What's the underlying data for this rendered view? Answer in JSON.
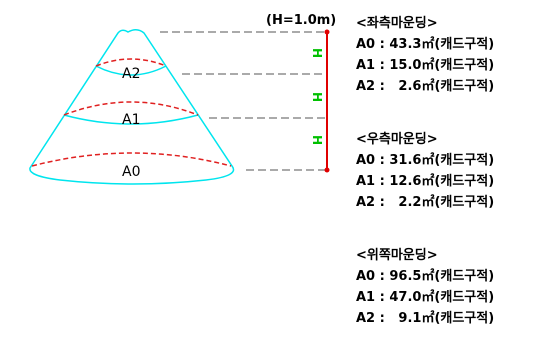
{
  "height_note": "(H=1.0m)",
  "h_marks": [
    "H",
    "H",
    "H"
  ],
  "zones": {
    "a0": "A0",
    "a1": "A1",
    "a2": "A2"
  },
  "colors": {
    "cone": "#00e5ee",
    "cut": "#e02020",
    "guide": "#555555",
    "scale": "#e00000",
    "hmark": "#00c000"
  },
  "groups": [
    {
      "title": "<좌측마운딩>",
      "rows": [
        "A0 : 43.3㎡(캐드구적)",
        "A1 : 15.0㎡(캐드구적)",
        "A2 :   2.6㎡(캐드구적)"
      ]
    },
    {
      "title": "<우측마운딩>",
      "rows": [
        "A0 : 31.6㎡(캐드구적)",
        "A1 : 12.6㎡(캐드구적)",
        "A2 :   2.2㎡(캐드구적)"
      ]
    },
    {
      "title": "<위쪽마운딩>",
      "rows": [
        "A0 : 96.5㎡(캐드구적)",
        "A1 : 47.0㎡(캐드구적)",
        "A2 :   9.1㎡(캐드구적)"
      ]
    }
  ]
}
